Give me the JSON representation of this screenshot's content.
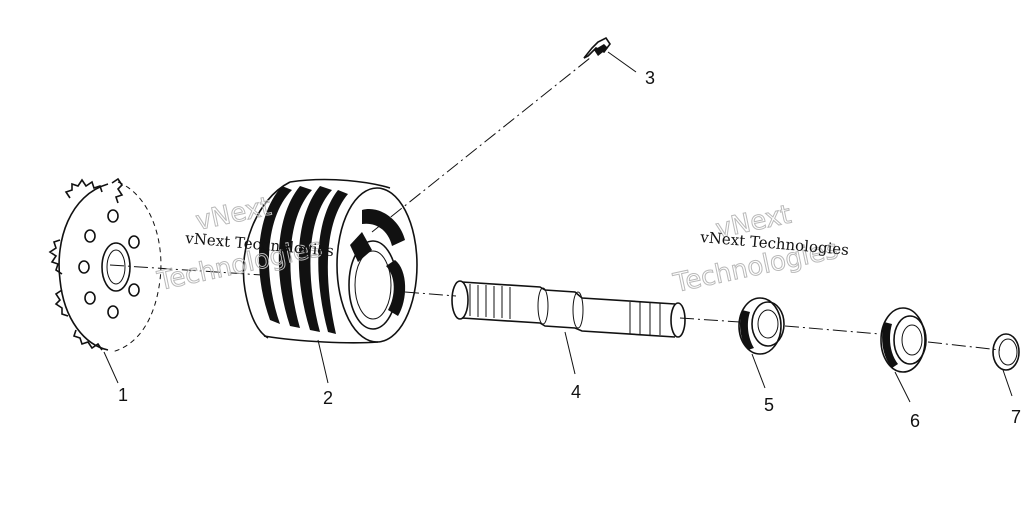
{
  "diagram": {
    "callouts": [
      "1",
      "2",
      "3",
      "4",
      "5",
      "6",
      "7"
    ],
    "watermark": {
      "line1": "vNext",
      "line2": "Technologies",
      "caption": "vNext Technologies"
    },
    "colors": {
      "ink": "#111111",
      "watermark": "#b9b9b9",
      "background": "#ffffff"
    }
  }
}
